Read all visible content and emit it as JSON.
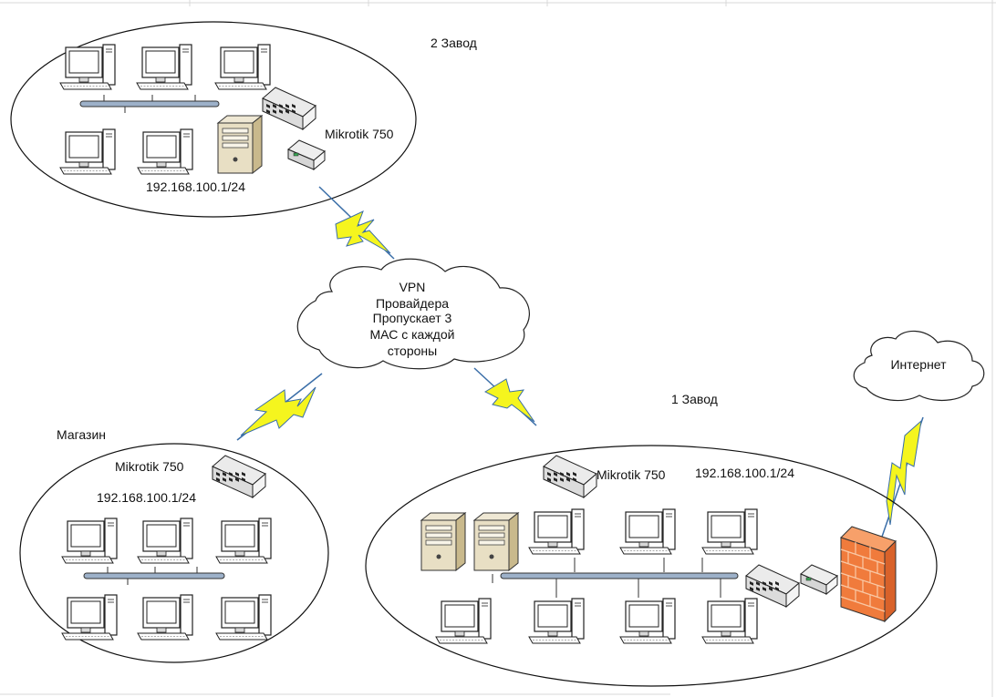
{
  "labels": {
    "zavod2": "2 Завод",
    "zavod2_router": "Mikrotik 750",
    "zavod2_ip": "192.168.100.1/24",
    "vpn_lines": [
      "VPN",
      "Провайдера",
      "Пропускает 3",
      "МАС с каждой",
      "стороны"
    ],
    "internet": "Интернет",
    "zavod1": "1 Завод",
    "zavod1_router": "Mikrotik 750",
    "zavod1_ip": "192.168.100.1/24",
    "shop": "Магазин",
    "shop_router": "Mikrotik 750",
    "shop_ip": "192.168.100.1/24"
  },
  "colors": {
    "bolt_fill": "#f5f51e",
    "bolt_stroke": "#3a6ea8",
    "bus": "#9db1c9",
    "firewall": "#f07b3c",
    "grid": "#d9d9d9"
  }
}
